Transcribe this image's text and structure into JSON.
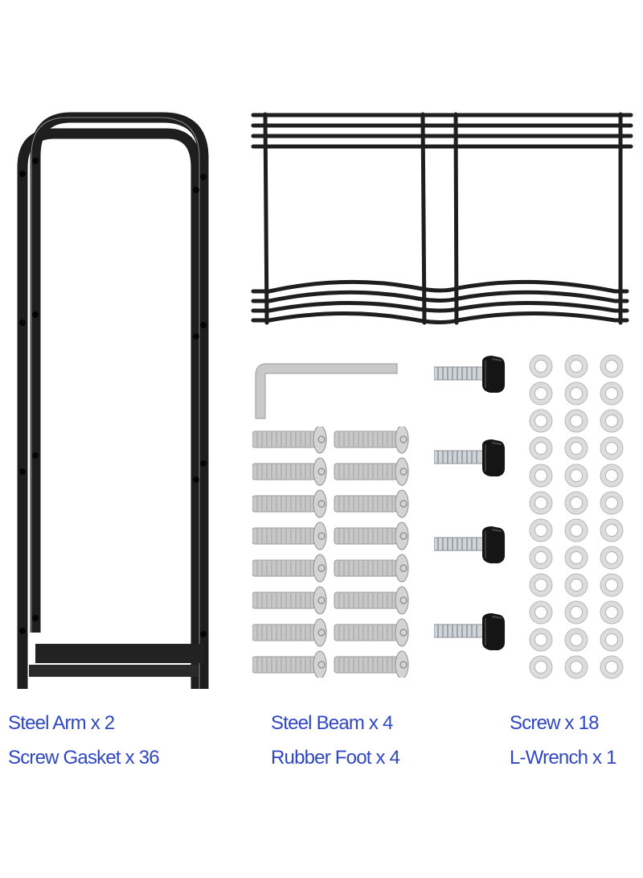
{
  "product_parts_sheet": {
    "colors": {
      "label_text": "#2f47c4",
      "steel": "#1e1e1e",
      "zinc": "#c8c8c8",
      "washer": "#d8d8d8",
      "rubber": "#151515"
    },
    "parts": [
      {
        "id": "steel-arm",
        "icon": "steel-arm-frame-icon",
        "label": "Steel Arm x 2",
        "quantity": 2
      },
      {
        "id": "steel-beam",
        "icon": "steel-beam-rack-icon",
        "label": "Steel Beam x 4",
        "quantity": 4
      },
      {
        "id": "screw",
        "icon": "screw-icon",
        "label": "Screw x 18",
        "quantity": 18
      },
      {
        "id": "screw-gasket",
        "icon": "washer-icon",
        "label": "Screw Gasket x 36",
        "quantity": 36
      },
      {
        "id": "rubber-foot",
        "icon": "rubber-foot-icon",
        "label": "Rubber Foot x 4",
        "quantity": 4
      },
      {
        "id": "l-wrench",
        "icon": "l-wrench-icon",
        "label": "L-Wrench x 1",
        "quantity": 1
      }
    ],
    "labels": {
      "steel_arm": "Steel Arm x 2",
      "steel_beam": "Steel Beam x 4",
      "screw": "Screw x 18",
      "screw_gasket": "Screw Gasket x 36",
      "rubber_foot": "Rubber Foot x 4",
      "l_wrench": "L-Wrench x 1"
    }
  }
}
